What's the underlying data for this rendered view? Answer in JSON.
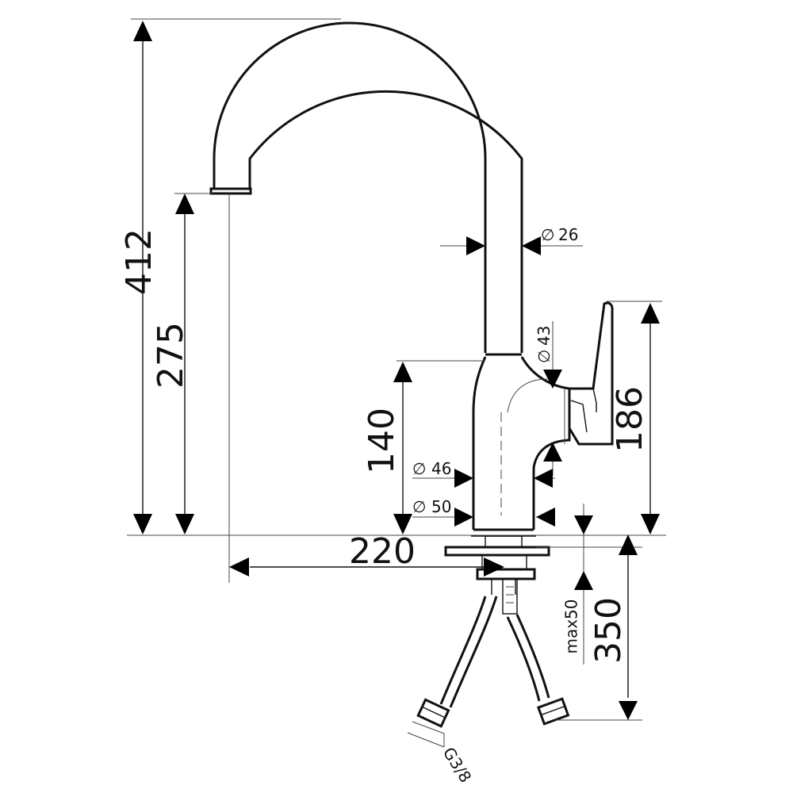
{
  "dimensions": {
    "overall_height": "412",
    "spout_height": "275",
    "body_height": "140",
    "handle_height": "186",
    "spout_reach": "220",
    "hose_length": "350",
    "deck_thickness": "max50",
    "spout_diameter": "26",
    "handle_diameter": "43",
    "body_diameter": "46",
    "base_diameter": "50",
    "connector_thread": "G3/8"
  },
  "symbols": {
    "diameter": "∅"
  }
}
